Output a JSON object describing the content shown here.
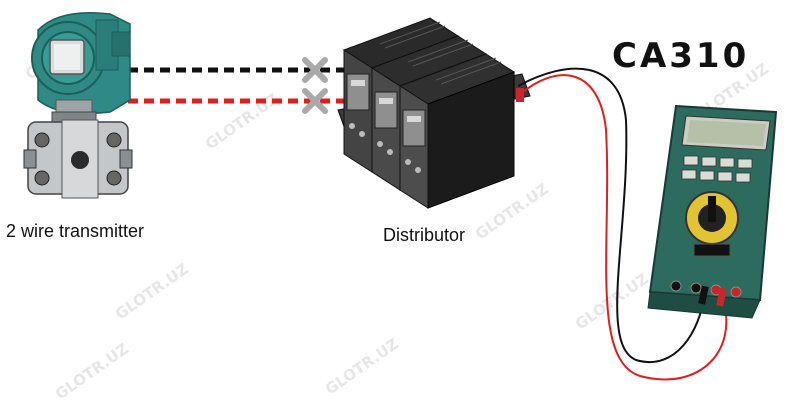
{
  "labels": {
    "transmitter": "2 wire transmitter",
    "distributor": "Distributor",
    "product": "CA310"
  },
  "watermark": "GLOTR.UZ",
  "colors": {
    "transmitter_teal": "#2f8a85",
    "transmitter_gray": "#b9bcbf",
    "distributor_black": "#1b1b1b",
    "meter_green": "#2d6b5f",
    "wire_red": "#e01e1e",
    "wire_black": "#111111",
    "cross_gray": "#a9a9a9"
  },
  "icons": [
    "transmitter-icon",
    "distributor-icon",
    "multimeter-icon",
    "disconnect-cross-icon"
  ]
}
